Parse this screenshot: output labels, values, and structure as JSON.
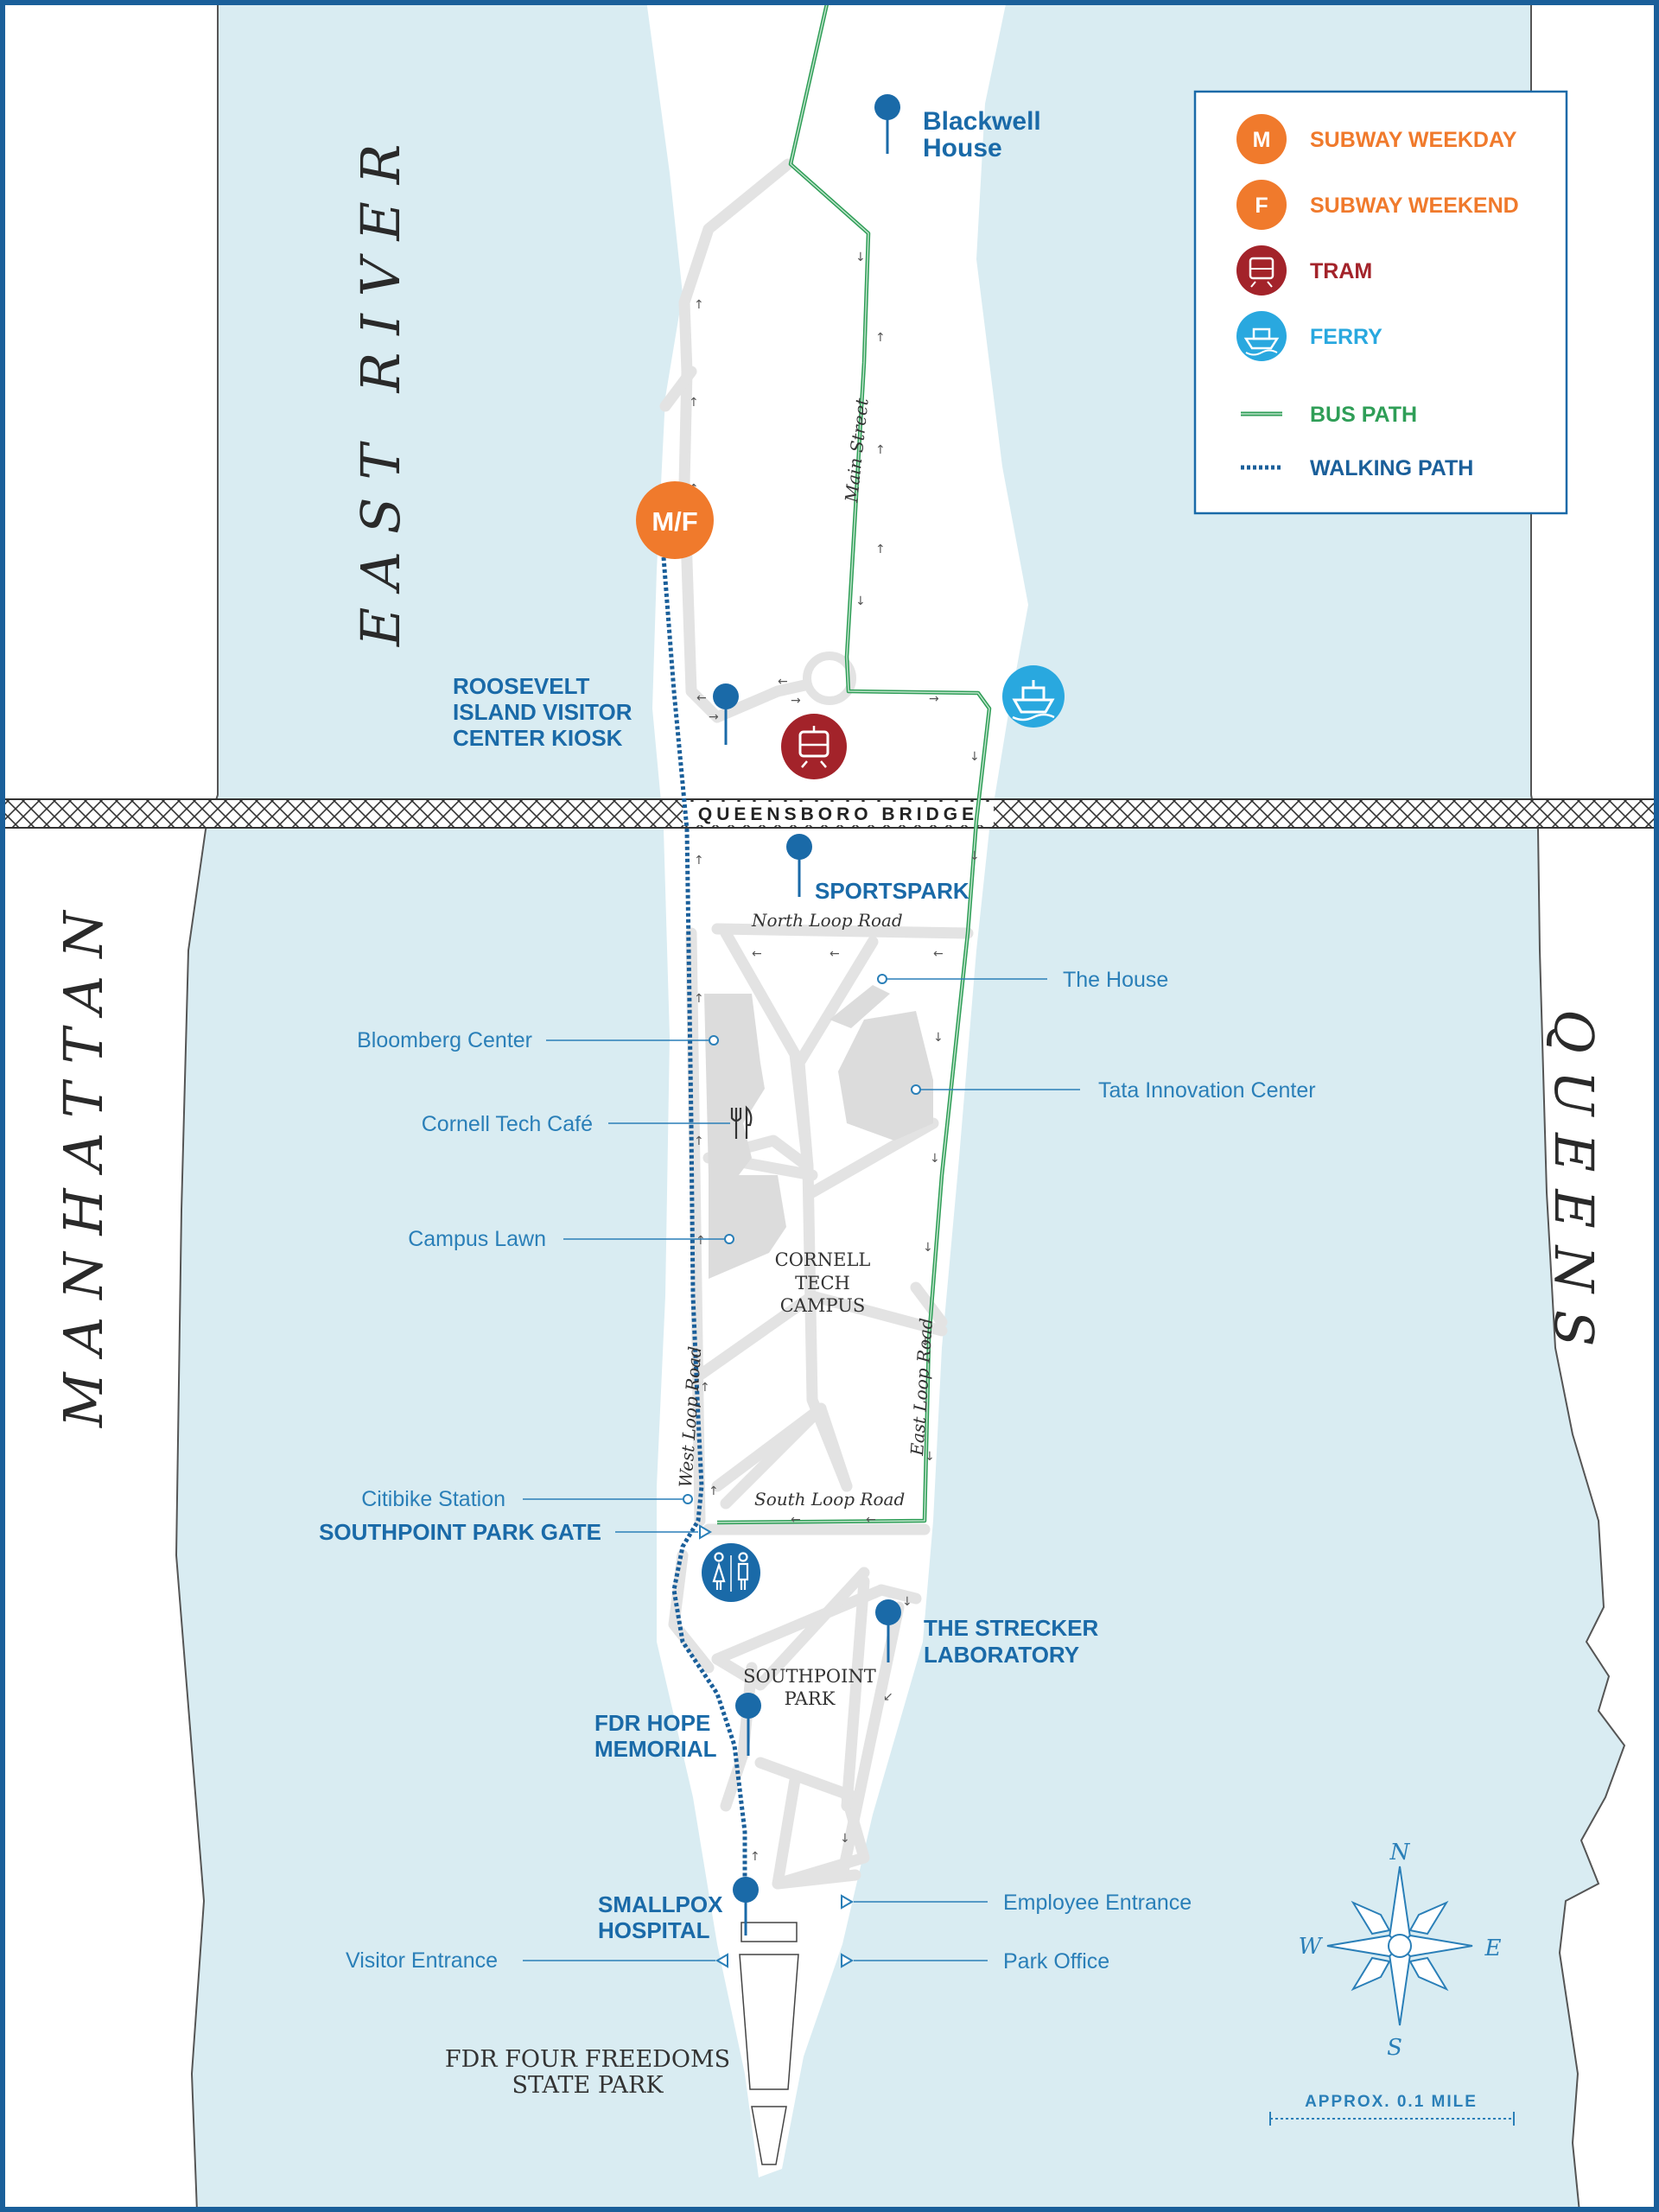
{
  "regions": {
    "east_river": "EAST RIVER",
    "manhattan": "MANHATTAN",
    "queens": "QUEENS"
  },
  "bridge": "QUEENSBORO BRIDGE",
  "roads": {
    "main_street": "Main Street",
    "north_loop": "North Loop Road",
    "south_loop": "South Loop Road",
    "west_loop": "West Loop Road",
    "east_loop": "East Loop Road"
  },
  "areas": {
    "cornell_tech": [
      "CORNELL",
      "TECH",
      "CAMPUS"
    ],
    "southpoint_park": [
      "SOUTHPOINT",
      "PARK"
    ],
    "four_freedoms": [
      "FDR FOUR FREEDOMS",
      "STATE PARK"
    ]
  },
  "pois": {
    "blackwell": [
      "Blackwell",
      "House"
    ],
    "visitor_kiosk": [
      "ROOSEVELT",
      "ISLAND VISITOR",
      "CENTER KIOSK"
    ],
    "sportspark": "SPORTSPARK",
    "strecker": [
      "THE STRECKER",
      "LABORATORY"
    ],
    "fdr_hope": [
      "FDR HOPE",
      "MEMORIAL"
    ],
    "smallpox": [
      "SMALLPOX",
      "HOSPITAL"
    ],
    "southpoint_gate": "SOUTHPOINT PARK GATE"
  },
  "places": {
    "the_house": "The House",
    "bloomberg": "Bloomberg Center",
    "tata": "Tata Innovation Center",
    "cafe": "Cornell Tech Café",
    "campus_lawn": "Campus Lawn",
    "citibike": "Citibike Station",
    "employee_entrance": "Employee Entrance",
    "visitor_entrance": "Visitor Entrance",
    "park_office": "Park Office"
  },
  "badges": {
    "subway": "M/F"
  },
  "legend": {
    "items": [
      {
        "badge": "M",
        "label": "SUBWAY WEEKDAY",
        "color": "#f07a2c"
      },
      {
        "badge": "F",
        "label": "SUBWAY WEEKEND",
        "color": "#f07a2c"
      },
      {
        "icon": "tram-icon",
        "label": "TRAM",
        "color": "#a3232a"
      },
      {
        "icon": "ferry-icon",
        "label": "FERRY",
        "color": "#29a8df"
      },
      {
        "line": "bus",
        "label": "BUS PATH",
        "color": "#2f9e57"
      },
      {
        "line": "walk",
        "label": "WALKING PATH",
        "color": "#1a5f9a"
      }
    ]
  },
  "compass": {
    "n": "N",
    "s": "S",
    "e": "E",
    "w": "W"
  },
  "scale": "APPROX. 0.1 MILE",
  "colors": {
    "water": "#d9ecf2",
    "island": "#ffffff",
    "path": "#e3e3e3",
    "building": "#dcdcdc",
    "pin": "#1a6aa8",
    "label_blue": "#2a7fb8",
    "subway": "#f07a2c",
    "tram": "#a3232a",
    "ferry": "#29a8df",
    "bus": "#2f9e57",
    "walk": "#1a5f9a",
    "border": "#1a5f9a"
  }
}
